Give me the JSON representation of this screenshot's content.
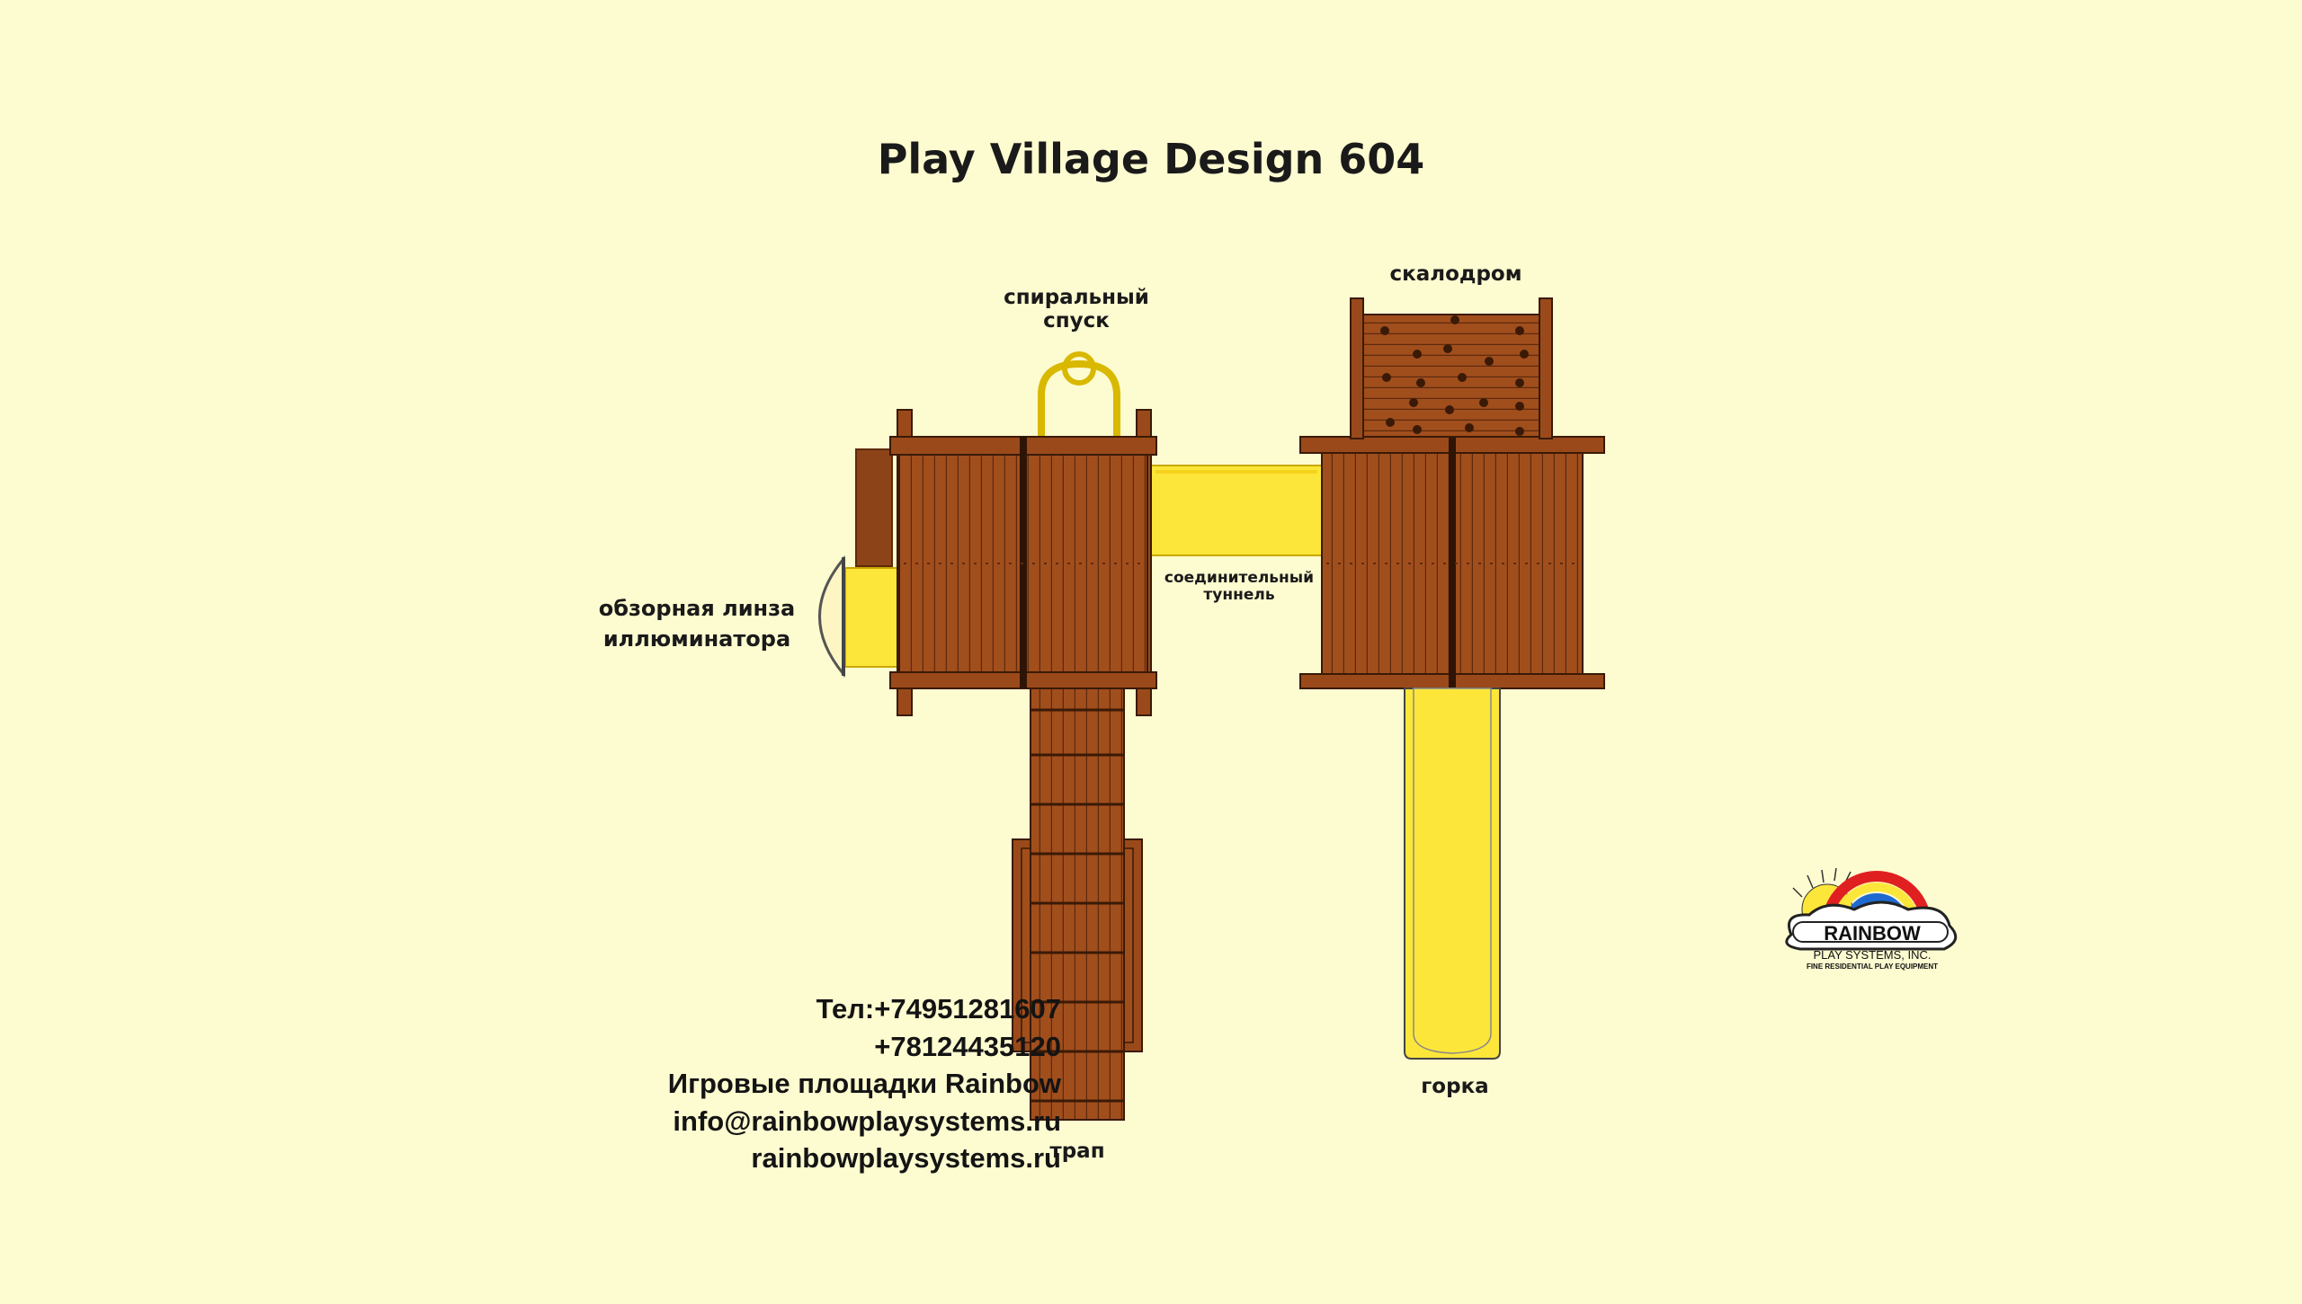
{
  "title": "Play Village Design 604",
  "labels": {
    "spiral_slide": [
      "спиральный",
      "спуск"
    ],
    "climbing_wall": "скалодром",
    "periscope": [
      "обзорная линза",
      "иллюминатора"
    ],
    "tunnel": [
      "соединительный",
      "туннель"
    ],
    "ramp": "трап",
    "slide": "горка"
  },
  "logo": {
    "brand": "RAINBOW",
    "line2": "PLAY SYSTEMS, INC.",
    "line3": "FINE RESIDENTIAL PLAY EQUIPMENT",
    "icon": "rainbow-sun-cloud-logo"
  },
  "contact": {
    "phone1": "Тел:+74951281607",
    "phone2": "+78124435120",
    "company": "Игровые площадки Rainbow",
    "email": "info@rainbowplaysystems.ru",
    "site": "rainbowplaysystems.ru"
  },
  "colors": {
    "background": "#fdfbd0",
    "wood": "#9a4a1a",
    "wood_dark": "#6b2f0d",
    "plastic_yellow": "#fde63a"
  }
}
